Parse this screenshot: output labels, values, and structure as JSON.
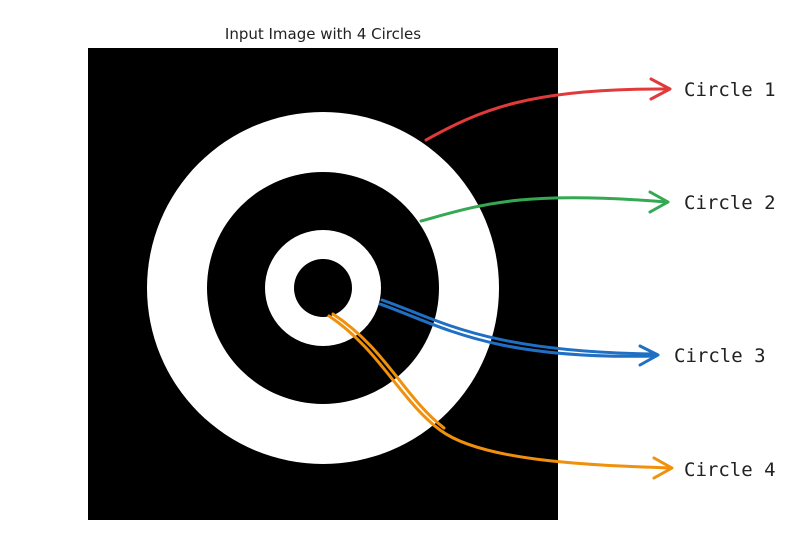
{
  "figure": {
    "title": "Input Image with 4 Circles",
    "background_color": "#000000",
    "ring_color": "#ffffff"
  },
  "labels": [
    {
      "id": "circle-1",
      "text": "Circle 1",
      "color": "#e03a3a"
    },
    {
      "id": "circle-2",
      "text": "Circle 2",
      "color": "#34a853"
    },
    {
      "id": "circle-3",
      "text": "Circle 3",
      "color": "#1f6fc4"
    },
    {
      "id": "circle-4",
      "text": "Circle 4",
      "color": "#f0900c"
    }
  ]
}
